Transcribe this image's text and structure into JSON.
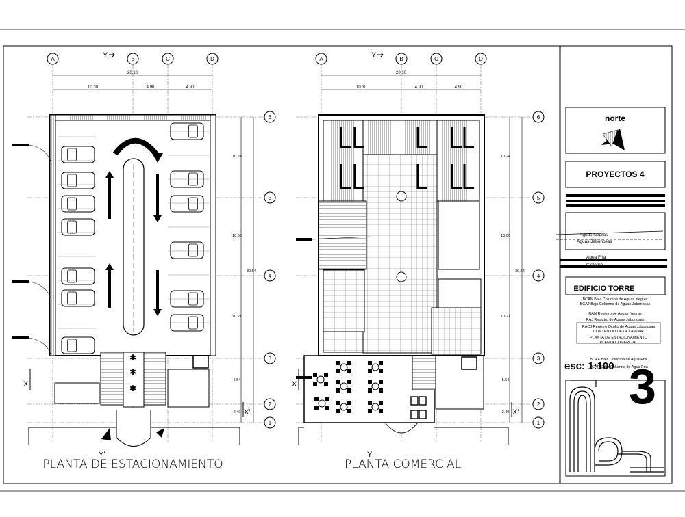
{
  "plans": [
    {
      "title": "PLANTA DE ESTACIONAMIENTO"
    },
    {
      "title": "PLANTA COMERCIAL"
    }
  ],
  "axes": {
    "columns": [
      "A",
      "B",
      "C",
      "D"
    ],
    "rows": [
      "6",
      "5",
      "4",
      "3",
      "2",
      "1"
    ],
    "section_marks": [
      "Y",
      "Y'",
      "X",
      "X'"
    ]
  },
  "dimensions": {
    "overall_width": "20.10",
    "bay_widths": [
      "10.30",
      "4.90",
      "4.90"
    ],
    "overall_depth": "39.54",
    "row_spans": [
      "10.24",
      "10.00",
      "10.21",
      "5.54",
      "2.40"
    ]
  },
  "title_block": {
    "north_label": "norte",
    "course": "PROYECTOS 4",
    "legend_water": [
      "Aguas Negras",
      "Aguas Jabonosas",
      "Agua Fria",
      "Cisterna"
    ],
    "building": "EDIFICIO TORRE",
    "notes": [
      "BCAN Baja Columna de Aguas Negras",
      "BCAJ Baja Columna de Aguas Jabonosas",
      "RAN Registro de Aguas Negras",
      "RAJ Registro de Aguas Jabonosas",
      "RACJ Registro Oculto de Aguas Jabonosas"
    ],
    "content_heading": "CONTENIDO DE LA LAMINA:",
    "content_items": [
      "PLANTA DE ESTACIONAMIENTO",
      "PLANTA COMERCIAL"
    ],
    "notes2": [
      "BCAF Baja Columna de Agua Fria",
      "SCAF Sube Columna de Agua Fria"
    ],
    "scale": "esc: 1:100",
    "sheet_number": "3"
  },
  "colors": {
    "line": "#000000",
    "grid_line": "#555555",
    "background": "#ffffff"
  }
}
